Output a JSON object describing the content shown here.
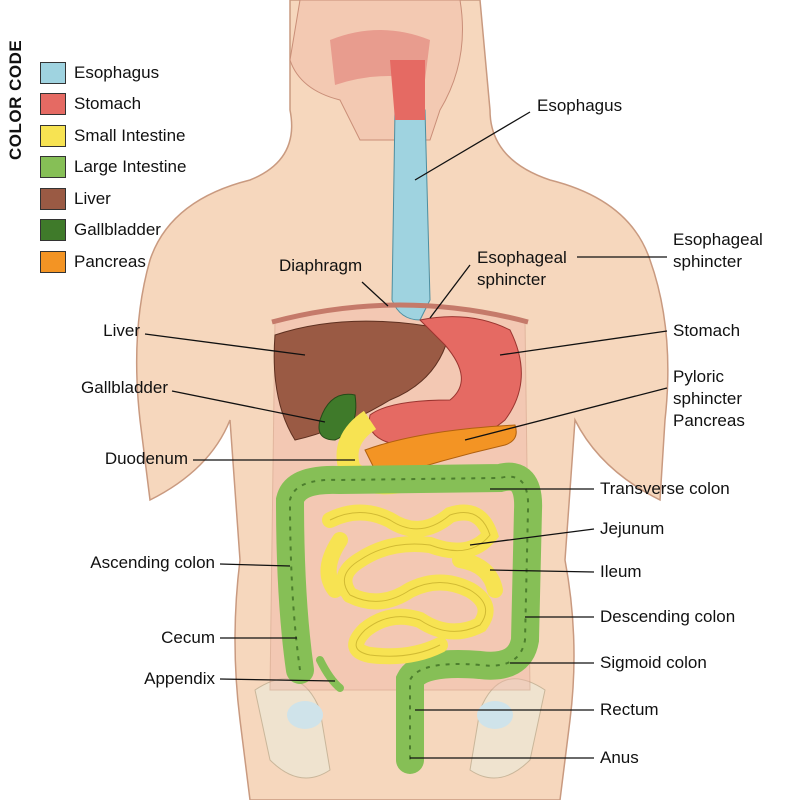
{
  "legend": {
    "title": "COLOR CODE",
    "items": [
      {
        "label": "Esophagus",
        "color": "#9fd3e0"
      },
      {
        "label": "Stomach",
        "color": "#e56a63"
      },
      {
        "label": "Small Intestine",
        "color": "#f7e352"
      },
      {
        "label": "Large Intestine",
        "color": "#86bf56"
      },
      {
        "label": "Liver",
        "color": "#9a5a44"
      },
      {
        "label": "Gallbladder",
        "color": "#3f7a2a"
      },
      {
        "label": "Pancreas",
        "color": "#f39424"
      }
    ]
  },
  "labels": {
    "esophagus": "Esophagus",
    "diaphragm": "Diaphragm",
    "esophageal_sphincter_mid_1": "Esophageal",
    "esophageal_sphincter_mid_2": "sphincter",
    "esophageal_sphincter_right_1": "Esophageal",
    "esophageal_sphincter_right_2": "sphincter",
    "liver": "Liver",
    "stomach": "Stomach",
    "gallbladder": "Gallbladder",
    "pyloric_1": "Pyloric",
    "pyloric_2": "sphincter",
    "pancreas": "Pancreas",
    "duodenum": "Duodenum",
    "transverse_colon": "Transverse colon",
    "jejunum": "Jejunum",
    "ascending_colon": "Ascending colon",
    "ileum": "Ileum",
    "descending_colon": "Descending colon",
    "cecum": "Cecum",
    "sigmoid_colon": "Sigmoid colon",
    "appendix": "Appendix",
    "rectum": "Rectum",
    "anus": "Anus"
  }
}
